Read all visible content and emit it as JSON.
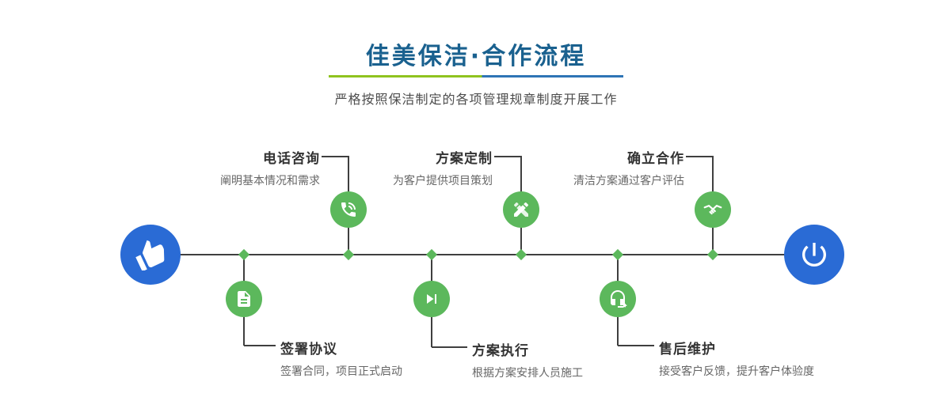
{
  "header": {
    "title": "佳美保洁·合作流程",
    "subtitle": "严格按照保洁制定的各项管理规章制度开展工作"
  },
  "colors": {
    "title_blue": "#1a618f",
    "step_green": "#5cb85c",
    "endpoint_blue": "#2a6bd5",
    "divider_green": "#8fc31f",
    "divider_blue": "#2e74b5",
    "line_dark": "#3f3f3f"
  },
  "timeline": {
    "start_icon": "hand-pointer-icon",
    "end_icon": "power-icon",
    "steps_top": [
      {
        "title": "电话咨询",
        "desc": "阐明基本情况和需求",
        "icon": "phone-icon"
      },
      {
        "title": "方案定制",
        "desc": "为客户提供项目策划",
        "icon": "pencil-tools-icon"
      },
      {
        "title": "确立合作",
        "desc": "清洁方案通过客户评估",
        "icon": "handshake-icon"
      }
    ],
    "steps_bottom": [
      {
        "title": "签署协议",
        "desc": "签署合同，项目正式启动",
        "icon": "contract-icon"
      },
      {
        "title": "方案执行",
        "desc": "根据方案安排人员施工",
        "icon": "play-next-icon"
      },
      {
        "title": "售后维护",
        "desc": "接受客户反馈，提升客户体验度",
        "icon": "headset-icon"
      }
    ]
  }
}
